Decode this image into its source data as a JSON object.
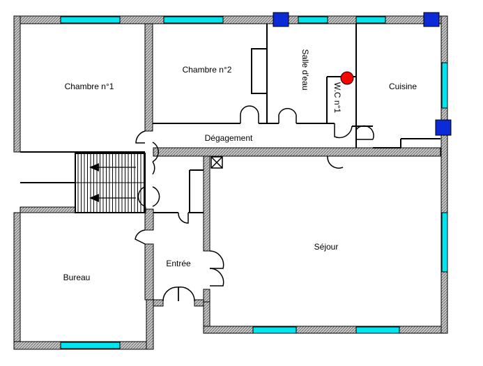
{
  "rooms": {
    "chambre1": "Chambre n°1",
    "chambre2": "Chambre n°2",
    "salle_eau": "Salle d'eau",
    "wc": "W.C n°1",
    "cuisine": "Cuisine",
    "degagement": "Dégagement",
    "sejour": "Séjour",
    "entree": "Entrée",
    "bureau": "Bureau"
  },
  "colors": {
    "wall_fill": "#9e9e9e",
    "window": "#00e5ee",
    "column": "#0a2bd6",
    "marker": "#ff0000",
    "background": "#ffffff"
  }
}
